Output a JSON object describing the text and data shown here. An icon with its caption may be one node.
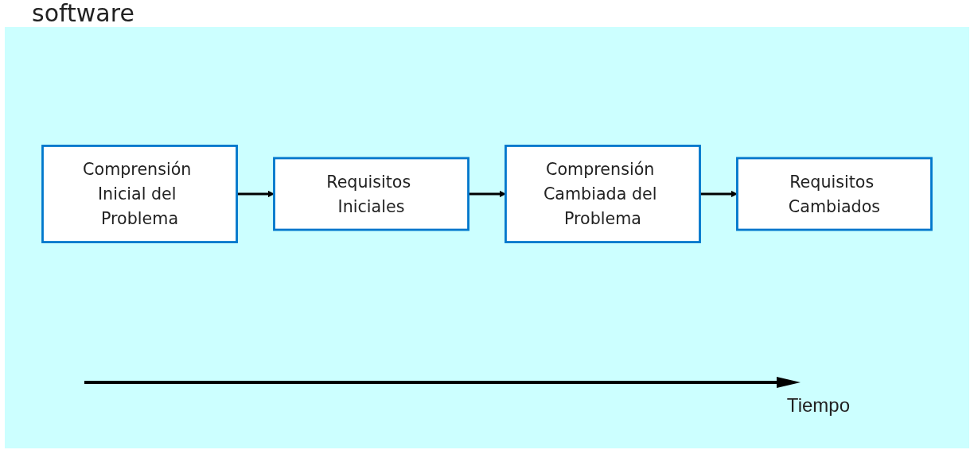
{
  "diagram": {
    "title": "software",
    "nodes": [
      {
        "text": [
          "Comprensión Inicial del Problema"
        ]
      },
      {
        "text": [
          "Requisitos Iniciales"
        ]
      },
      {
        "text": [
          "Comprensión Cambiada del Problema"
        ]
      },
      {
        "text": [
          "Requisitos Cambiados"
        ]
      }
    ],
    "edges": [
      {
        "from": 0,
        "to": 1,
        "arrow": "to"
      },
      {
        "from": 1,
        "to": 2,
        "arrow": "to"
      },
      {
        "from": 2,
        "to": 3,
        "arrow": "to"
      }
    ],
    "labels": [
      "Tiempo"
    ]
  }
}
